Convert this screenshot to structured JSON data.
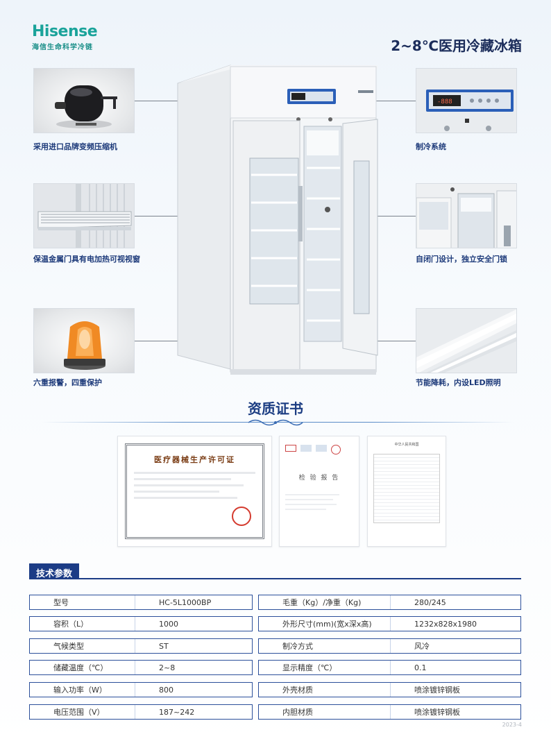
{
  "brand": {
    "logo_text": "Hisense",
    "subtitle": "海信生命科学冷链"
  },
  "product_title": "2~8℃医用冷藏冰箱",
  "features": {
    "left": [
      {
        "label": "采用进口品牌变频压缩机",
        "icon": "compressor-icon"
      },
      {
        "label": "保温金属门具有电加热可视视窗",
        "icon": "shelf-icon"
      },
      {
        "label": "六重报警，四重保护",
        "icon": "alarm-light-icon"
      }
    ],
    "right": [
      {
        "label": "制冷系统",
        "icon": "control-panel-icon"
      },
      {
        "label": "自闭门设计，独立安全门锁",
        "icon": "door-icon"
      },
      {
        "label": "节能降耗，内设LED照明",
        "icon": "led-light-icon"
      }
    ]
  },
  "certificates": {
    "heading": "资质证书",
    "items": [
      {
        "title": "医疗器械生产许可证",
        "icon": "license-certificate-icon"
      },
      {
        "title": "检 验 报 告",
        "icon": "inspection-report-icon"
      },
      {
        "title": "中华人民共和国",
        "icon": "registration-form-icon"
      }
    ]
  },
  "tech_params": {
    "tab_label": "技术参数",
    "rows": [
      {
        "left_key": "型号",
        "left_value": "HC-5L1000BP",
        "right_key": "毛重（Kg）/净重（Kg)",
        "right_value": "280/245"
      },
      {
        "left_key": "容积（L）",
        "left_value": "1000",
        "right_key": "外形尺寸(mm)(宽x深x高)",
        "right_value": "1232x828x1980"
      },
      {
        "left_key": "气候类型",
        "left_value": "ST",
        "right_key": "制冷方式",
        "right_value": "风冷"
      },
      {
        "left_key": "储藏温度（℃）",
        "left_value": "2~8",
        "right_key": "显示精度（℃）",
        "right_value": "0.1"
      },
      {
        "left_key": "输入功率（W）",
        "left_value": "800",
        "right_key": "外壳材质",
        "right_value": "喷涂镀锌钢板"
      },
      {
        "left_key": "电压范围（V）",
        "left_value": "187~242",
        "right_key": "内胆材质",
        "right_value": "喷涂镀锌钢板"
      }
    ]
  },
  "footer": {
    "code": "2023-4"
  },
  "colors": {
    "brand_teal": "#1aa39a",
    "navy": "#1c3c86",
    "title_navy": "#1b2c5a"
  }
}
